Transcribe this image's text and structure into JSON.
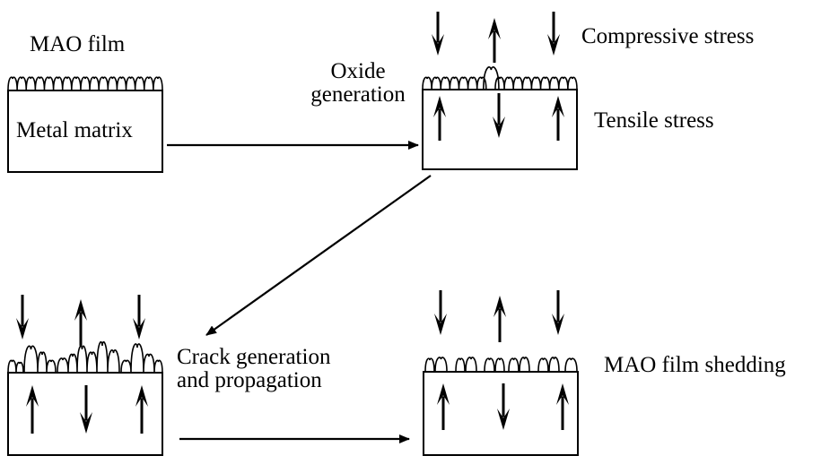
{
  "labels": {
    "mao_film": "MAO film",
    "metal_matrix": "Metal matrix",
    "oxide_generation_1": "Oxide",
    "oxide_generation_2": "generation",
    "compressive_stress": "Compressive stress",
    "tensile_stress": "Tensile stress",
    "crack_generation_1": "Crack generation",
    "crack_generation_2": "and propagation",
    "mao_film_shedding": "MAO film shedding"
  },
  "colors": {
    "ink": "#000000",
    "background": "#ffffff"
  }
}
